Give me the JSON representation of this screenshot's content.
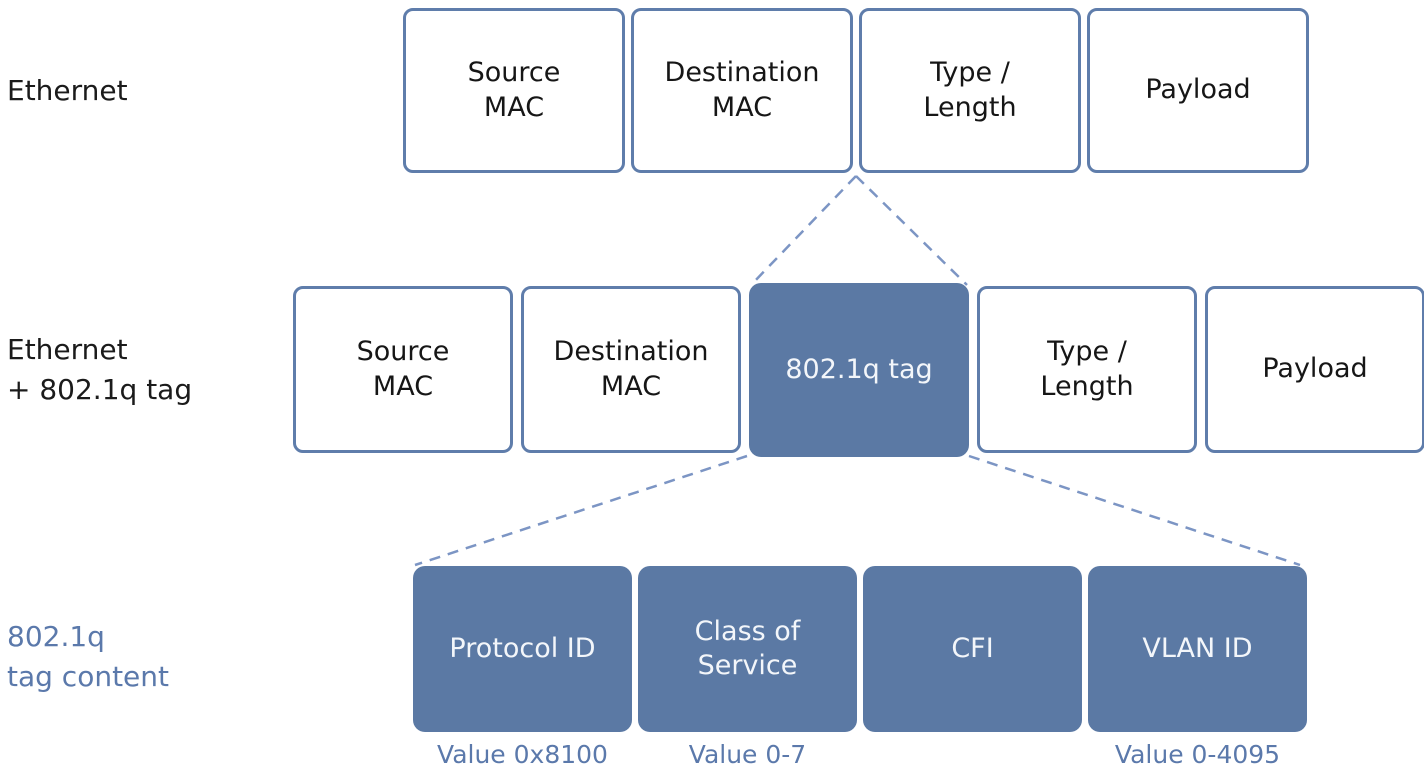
{
  "colors": {
    "box_fill_blue": "#5b79a4",
    "box_border_blue": "#5f7dab",
    "blue_text": "#5b79ab",
    "dashed_line": "#7c95c4",
    "dark_text": "#1b1b1b",
    "white_box_text": "#f3f6fa"
  },
  "rows": [
    {
      "id": "ethernet",
      "label": "Ethernet",
      "boxes": [
        {
          "label": "Source\nMAC",
          "filled": false
        },
        {
          "label": "Destination\nMAC",
          "filled": false
        },
        {
          "label": "Type /\nLength",
          "filled": false
        },
        {
          "label": "Payload",
          "filled": false
        }
      ]
    },
    {
      "id": "ethernet-with-8021q-tag",
      "label": "Ethernet\n+ 802.1q tag",
      "boxes": [
        {
          "label": "Source\nMAC",
          "filled": false
        },
        {
          "label": "Destination\nMAC",
          "filled": false
        },
        {
          "label": "802.1q tag",
          "filled": true
        },
        {
          "label": "Type /\nLength",
          "filled": false
        },
        {
          "label": "Payload",
          "filled": false
        }
      ]
    },
    {
      "id": "8021q-tag-content",
      "label": "802.1q\ntag content",
      "boxes": [
        {
          "label": "Protocol ID",
          "filled": true,
          "value": "Value 0x8100"
        },
        {
          "label": "Class of\nService",
          "filled": true,
          "value": "Value 0-7"
        },
        {
          "label": "CFI",
          "filled": true,
          "value": ""
        },
        {
          "label": "VLAN ID",
          "filled": true,
          "value": "Value 0-4095"
        }
      ]
    }
  ]
}
